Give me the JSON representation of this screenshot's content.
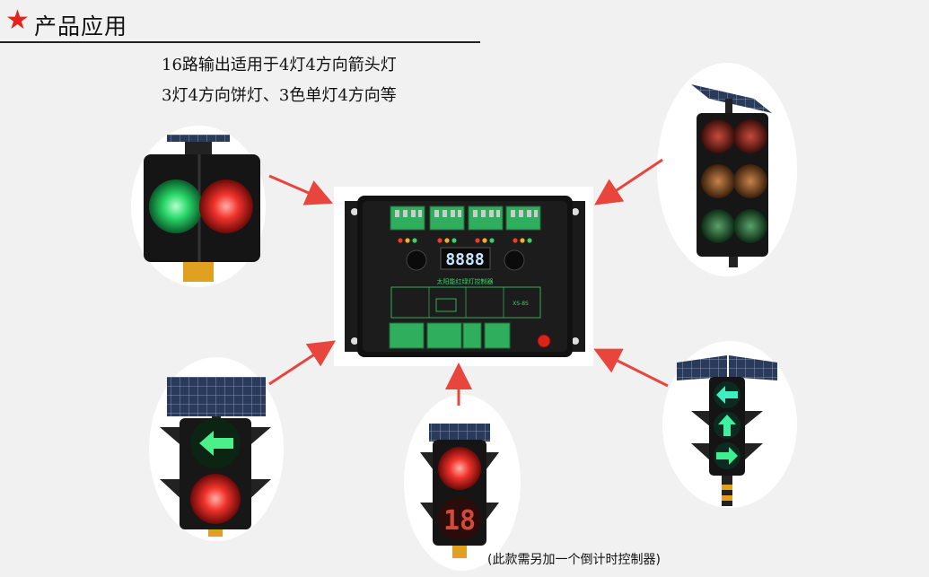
{
  "header": {
    "star_icon": "star-icon",
    "title": "产品应用"
  },
  "description": {
    "line1": "16路输出适用于4灯4方向箭头灯",
    "line2": "3灯4方向饼灯、3色单灯4方向等"
  },
  "controller": {
    "label": "太阳能红绿灯控制器",
    "display": "8888",
    "model": "XS-8S"
  },
  "countdown_display": "18",
  "footnote": "(此款需另加一个倒计时控制器)",
  "colors": {
    "accent_red": "#e3231c",
    "arrow_red": "#e8453c",
    "led_green": "#2ad86a",
    "led_red": "#f0332b"
  }
}
